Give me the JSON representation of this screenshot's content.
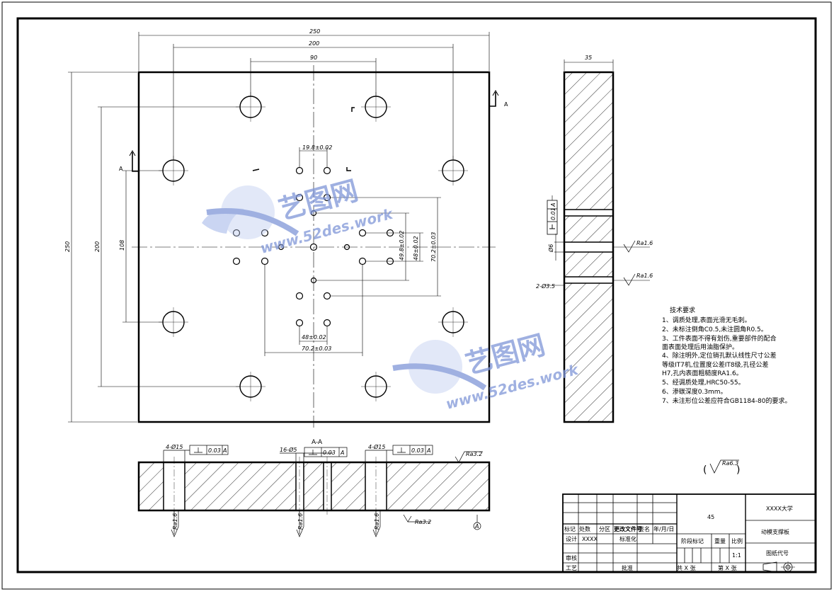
{
  "colors": {
    "line": "#000000",
    "watermark": "#7f96d8",
    "watermark_light": "#b9c8ee"
  },
  "dimensions": {
    "overall_width": "250",
    "hole_span_200": "200",
    "top_span_90": "90",
    "overall_height": "250",
    "height_200": "200",
    "height_108": "108",
    "pin_19_8": "19.8±0.02",
    "h_49_8": "49.8±0.02",
    "h_48": "48±0.02",
    "h_70_2": "70.2±0.03",
    "b_48": "48±0.02",
    "b_70_2": "70.2±0.03",
    "side_thickness": "35"
  },
  "section": {
    "label": "A-A",
    "hole_callout_1": "4-Ø15",
    "hole_callout_2": "16-Ø5",
    "hole_callout_3": "4-Ø15",
    "tol_1": "0.03",
    "tol_2": "0.03",
    "tol_3": "0.03",
    "datum": "A",
    "ra_top": "Ra3.2",
    "ra_bottom": "Ra3.2",
    "ra_hole1": "Ra1.6",
    "ra_hole2": "Ra1.6",
    "ra_hole3": "Ra1.6"
  },
  "side": {
    "tol": "0.01",
    "datum": "A",
    "ra1": "Ra1.6",
    "ra2": "Ra1.6",
    "dia_label": "Ø6",
    "hole_label": "2-Ø3.5"
  },
  "section_mark": "A",
  "general_roughness": "Ra6.3",
  "notes": {
    "title": "技术要求",
    "lines": [
      "1、调质处理,表面光滑无毛刺。",
      "2、未标注倒角C0.5,未注圆角R0.5。",
      "3、工件表面不得有划伤,重要部件的配合",
      "面表面处理后用油脂保护。",
      "4、除注明外,定位销孔默认线性尺寸公差",
      "等级IT7机,位置度公差IT8级,孔径公差",
      "H7,孔内表面粗糙度RA1.6。",
      "5、经调质处理,HRC50-55。",
      "6、渗碳深度0.3mm。",
      "7、未注形位公差应符合GB1184-80的要求。"
    ]
  },
  "title_block": {
    "material": "45",
    "school": "XXXX大学",
    "part_name": "动模支撑板",
    "drawing_code_label": "图纸代号",
    "mark": "标记",
    "qty": "处数",
    "zone": "分区",
    "change_doc": "更改文件号",
    "signature": "签名",
    "date": "年/月/日",
    "design": "设计",
    "designer": "XXXX",
    "standardize": "标准化",
    "stage_mark": "阶段标记",
    "weight": "重量",
    "scale_label": "比例",
    "scale": "1:1",
    "review": "审核",
    "process": "工艺",
    "approve": "批准",
    "total_sheets": "共 X 张",
    "sheet_no": "第 X 张"
  },
  "watermark": {
    "brand": "艺图网",
    "url": "www.52des.work"
  }
}
